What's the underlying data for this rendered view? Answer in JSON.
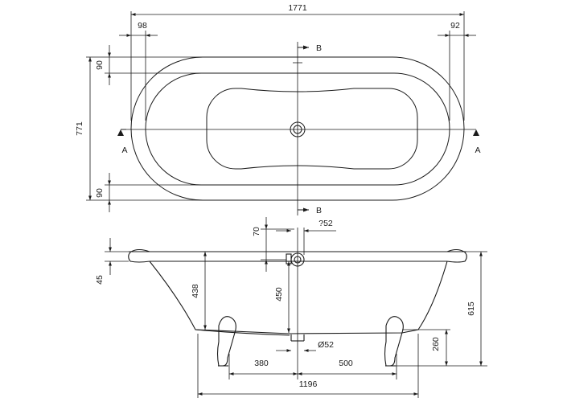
{
  "top_view": {
    "overall_length": "1771",
    "left_offset": "98",
    "right_offset": "92",
    "overall_width": "771",
    "rim_top": "90",
    "rim_bottom": "90",
    "section_a_left": "A",
    "section_a_right": "A",
    "section_b_top": "B",
    "section_b_bottom": "B"
  },
  "side_view": {
    "overflow_height": "70",
    "overflow_diameter": "?52",
    "rim_thickness": "45",
    "inner_depth_left": "438",
    "inner_depth_center": "450",
    "overall_height": "615",
    "foot_height": "260",
    "waste_diameter": "Ø52",
    "left_to_waste": "380",
    "waste_to_right": "500",
    "feet_spacing": "1196"
  }
}
